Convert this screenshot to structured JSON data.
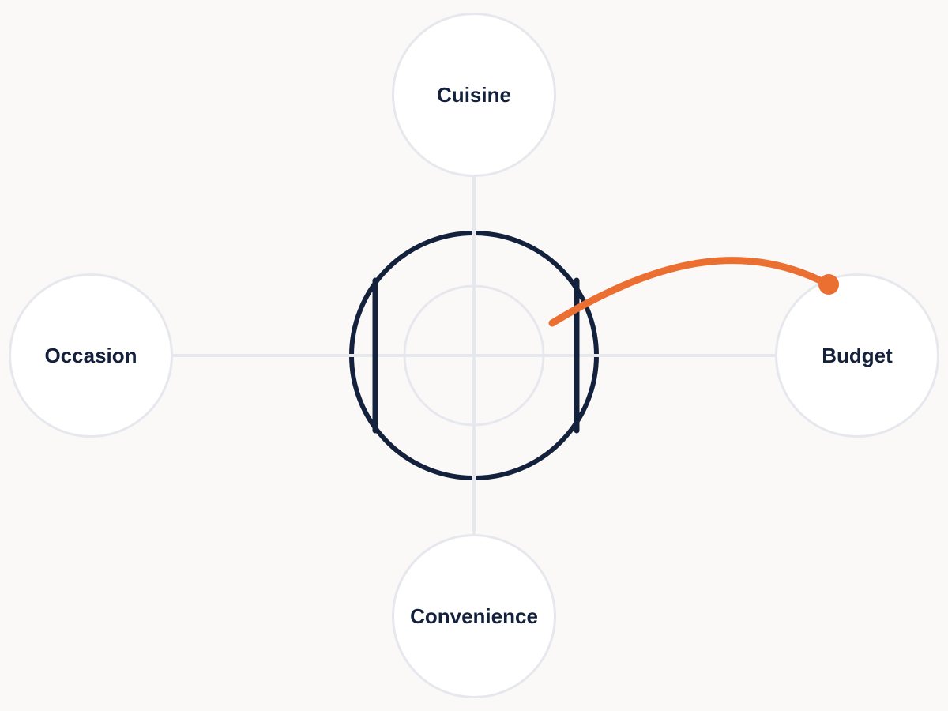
{
  "colors": {
    "background": "#fbf9f8",
    "node_fill": "#ffffff",
    "node_border": "#e6e8ed",
    "connector": "#e6e8ed",
    "icon": "#14213d",
    "label": "#14213d",
    "accent": "#ec6f32"
  },
  "center": {
    "icon": "plate-with-fork-and-knife-icon"
  },
  "nodes": {
    "cuisine": {
      "label": "Cuisine"
    },
    "occasion": {
      "label": "Occasion"
    },
    "budget": {
      "label": "Budget"
    },
    "convenience": {
      "label": "Convenience"
    }
  },
  "highlight": {
    "from": "center",
    "to": "budget",
    "style": "curved-arrow-with-dot"
  }
}
